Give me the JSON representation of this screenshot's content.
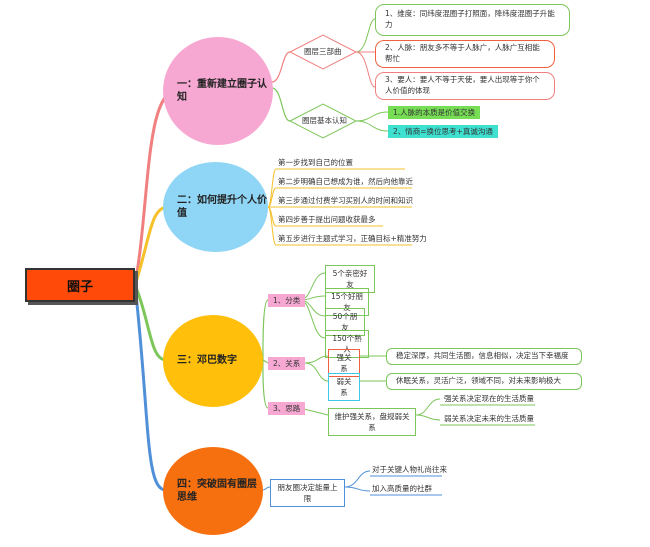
{
  "root": "圈子",
  "branches": {
    "b1": {
      "title": "一：重新建立圈子认知",
      "sub1": "圈层三部曲",
      "sub1_items": [
        "1、维度：同纬度混圈子打照面，降纬度混圈子升能力",
        "2、人脉：朋友多不等于人脉广，人脉广互相能帮忙",
        "3、要人：要人不等于天使，要人出现等于你个人价值的体现"
      ],
      "sub2": "圈层基本认知",
      "sub2_items": [
        "1.人脉的本质是价值交换",
        "2、情商=换位思考+真诚沟通"
      ]
    },
    "b2": {
      "title": "二：如何提升个人价值",
      "steps": [
        "第一步找到自己的位置",
        "第二步明确自己想成为谁，然后向他靠近",
        "第三步通过付费学习买别人的时间和知识",
        "第四步善于提出问题收获最多",
        "第五步进行主题式学习，正确目标+精准努力"
      ]
    },
    "b3": {
      "title": "三：邓巴数字",
      "t1": "1、分类",
      "t1_items": [
        "5个亲密好友",
        "15个好朋友",
        "50个朋友",
        "150个熟人"
      ],
      "t2": "2、关系",
      "strong": "强关系",
      "strong_desc": "稳定深厚，共同生活圈，信息相似，决定当下幸福度",
      "weak": "弱关系",
      "weak_desc": "休眠关系，灵活广泛，领域不同，对未来影响极大",
      "t3": "3、思路",
      "t3_item": "维护强关系，盘规弱关系",
      "t3_subs": [
        "强关系决定现在的生活质量",
        "弱关系决定未来的生活质量"
      ]
    },
    "b4": {
      "title": "四：突破固有圈层思维",
      "node": "朋友圈决定能量上限",
      "items": [
        "对于关键人物礼尚往来",
        "加入高质量的社群"
      ]
    }
  },
  "colors": {
    "branch1": "#f08080",
    "branch2": "#f5c02a",
    "branch3": "#7cc65a",
    "branch4": "#4f90d8",
    "root_fill": "#ff4a0a",
    "pink": "#f7a8d2",
    "blue": "#8fd5f5",
    "amber": "#ffbf0a",
    "orange": "#f77010"
  }
}
